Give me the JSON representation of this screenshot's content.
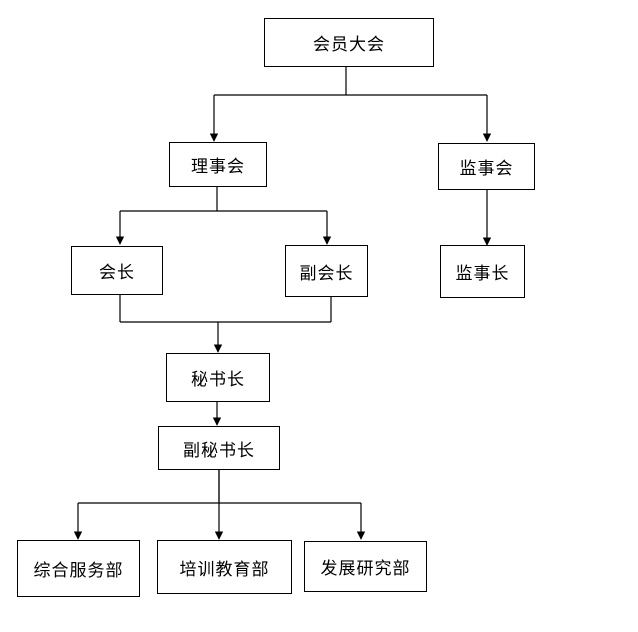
{
  "diagram": {
    "nodes": {
      "assembly": "会员大会",
      "council": "理事会",
      "supervisory_board": "监事会",
      "president": "会长",
      "vice_president": "副会长",
      "chief_supervisor": "监事长",
      "secretary_general": "秘书长",
      "deputy_secretary_general": "副秘书长",
      "general_services": "综合服务部",
      "training_education": "培训教育部",
      "research_development": "发展研究部"
    }
  }
}
